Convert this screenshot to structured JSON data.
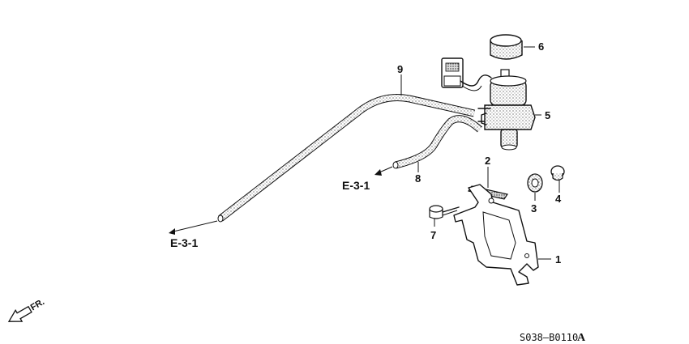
{
  "callouts": {
    "part1": "1",
    "part2": "2",
    "part3": "3",
    "part4": "4",
    "part5": "5",
    "part6": "6",
    "part7": "7",
    "part8": "8",
    "part9": "9"
  },
  "references": {
    "upper": "E-3-1",
    "lower": "E-3-1"
  },
  "direction_label": "FR.",
  "diagram_code": "S038–B0110",
  "diagram_code_suffix": "A"
}
